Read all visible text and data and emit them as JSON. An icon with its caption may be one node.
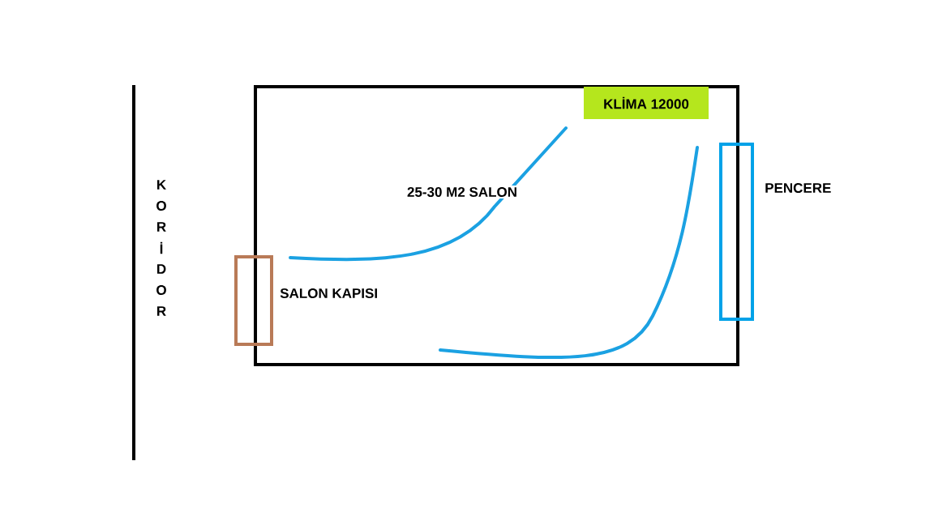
{
  "diagram": {
    "nodes": [
      {
        "text": [
          "25-30 M2 SALON"
        ]
      },
      {
        "text": [
          "KLİMA 12000"
        ],
        "in": 0
      },
      {
        "text": [],
        "shape": "box",
        "beside": [
          "SALON KAPISI"
        ]
      },
      {
        "text": [],
        "shape": "box",
        "beside": [
          "PENCERE"
        ]
      }
    ],
    "labels": [
      "K",
      "O",
      "R",
      "İ",
      "D",
      "O",
      "R"
    ]
  }
}
